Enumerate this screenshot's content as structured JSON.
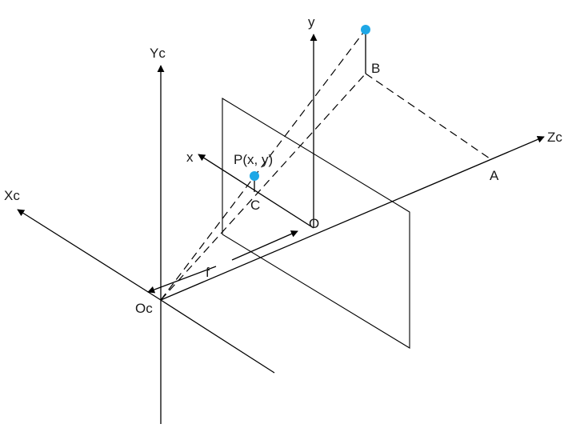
{
  "diagram": {
    "labels": {
      "yc": "Yc",
      "xc": "Xc",
      "zc": "Zc",
      "oc": "Oc",
      "y": "y",
      "x": "x",
      "o": "O",
      "f": "f",
      "p": "P(x, y)",
      "c": "C",
      "a": "A",
      "b": "B"
    },
    "colors": {
      "line": "#000000",
      "point": "#1ea7e6",
      "text": "#1a1a1a"
    },
    "icons": {
      "arrowhead": "filled-triangle-arrowhead",
      "point": "filled-circle"
    }
  }
}
